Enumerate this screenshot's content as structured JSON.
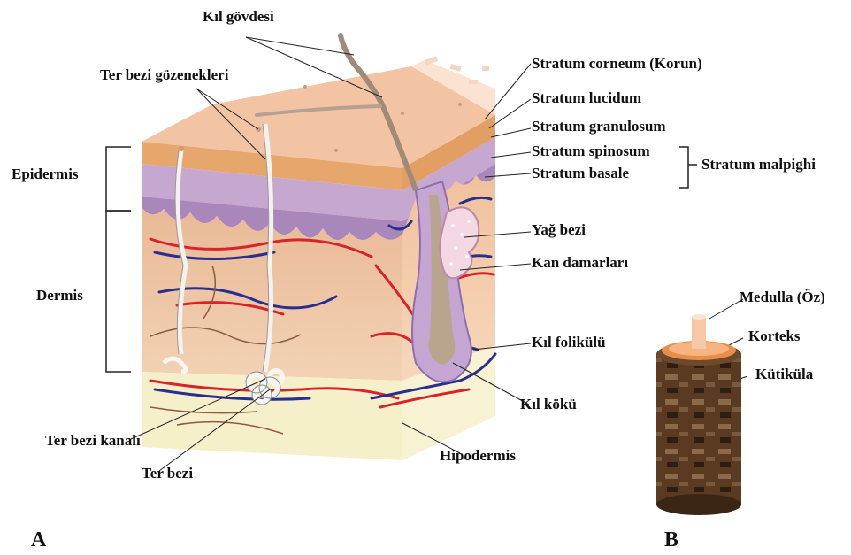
{
  "labels": {
    "kil_govdesi": "Kıl gövdesi",
    "ter_bezi_gozenekleri": "Ter bezi gözenekleri",
    "epidermis": "Epidermis",
    "dermis": "Dermis",
    "stratum_corneum": "Stratum corneum (Korun)",
    "stratum_lucidum": "Stratum lucidum",
    "stratum_granulosum": "Stratum granulosum",
    "stratum_spinosum": "Stratum spinosum",
    "stratum_basale": "Stratum basale",
    "stratum_malpighi": "Stratum malpighi",
    "yag_bezi": "Yağ bezi",
    "kan_damarlari": "Kan damarları",
    "kil_folikulu": "Kıl folikülü",
    "kil_koku": "Kıl kökü",
    "hipodermis": "Hipodermis",
    "ter_bezi_kanali": "Ter bezi kanalı",
    "ter_bezi": "Ter bezi",
    "medulla": "Medulla (Öz)",
    "korteks": "Korteks",
    "kutikula": "Kütiküla",
    "panel_a": "A",
    "panel_b": "B"
  },
  "colors": {
    "skin_top": "#f4c7a8",
    "corneum": "#e8a86c",
    "spinosum": "#b99bc6",
    "dermis": "#f0c9a6",
    "hypodermis": "#f5f0c9",
    "artery": "#d9232a",
    "vein": "#2a2f8f",
    "hair": "#a08a78",
    "gland": "#f3d8e4"
  }
}
